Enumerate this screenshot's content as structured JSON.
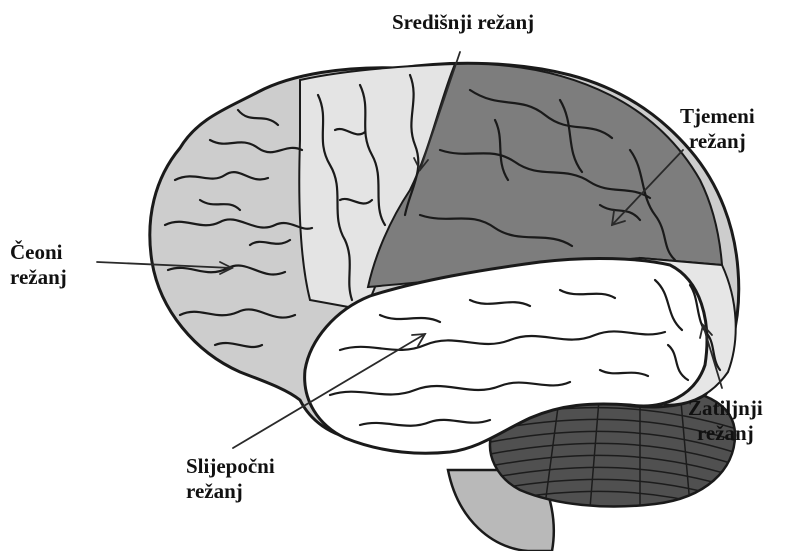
{
  "labels": {
    "central": {
      "line1": "Središnji režanj"
    },
    "parietal": {
      "line1": "Tjemeni",
      "line2": "režanj"
    },
    "frontal": {
      "line1": "Čeoni",
      "line2": "režanj"
    },
    "temporal": {
      "line1": "Slijepočni",
      "line2": "režanj"
    },
    "occipital": {
      "line1": "Zatiljnji",
      "line2": "režanj"
    }
  },
  "colors": {
    "frontal_fill": "#cdcdcd",
    "central_fill": "#e4e4e4",
    "parietal_fill": "#7d7d7d",
    "occipital_fill": "#e6e6e6",
    "temporal_fill": "#ffffff",
    "cerebellum_fill": "#505050",
    "brainstem_fill": "#b9b9b9",
    "outline": "#1a1a1a"
  }
}
